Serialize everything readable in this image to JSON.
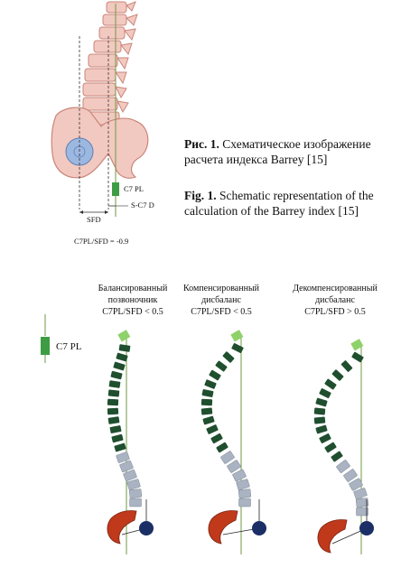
{
  "figure1": {
    "labels": {
      "c7pl": "C7 PL",
      "s_c7d": "S-C7 D",
      "sfd": "SFD",
      "ratio": "C7PL/SFD = -0.9"
    },
    "caption_ru": {
      "prefix": "Рис. 1.",
      "text": "Схематическое изображение расчета индекса Barrey [15]"
    },
    "caption_en": {
      "prefix": "Fig. 1.",
      "text": "Schematic representation of the calculation of the Barrey index [15]"
    }
  },
  "figure2": {
    "legend_label": "C7 PL",
    "columns": [
      {
        "title_line1": "Балансированный",
        "title_line2": "позвоночник",
        "condition": "C7PL/SFD < 0.5"
      },
      {
        "title_line1": "Компенсированный",
        "title_line2": "дисбаланс",
        "condition": "C7PL/SFD < 0.5"
      },
      {
        "title_line1": "Декомпенсированный",
        "title_line2": "дисбаланс",
        "condition": "C7PL/SFD > 0.5"
      }
    ]
  },
  "colors": {
    "bone": "#f2c9c0",
    "bone_stroke": "#c9857a",
    "femoral_head": "#9db8e0",
    "thoracic": "#1f4f2e",
    "lumbar": "#a9b3c2",
    "cervical": "#8fd16a",
    "pelvis": "#c0391b",
    "hip_joint": "#1b2f66",
    "plumb_line": "#6f9a45",
    "legend_green": "#3e9c45"
  }
}
